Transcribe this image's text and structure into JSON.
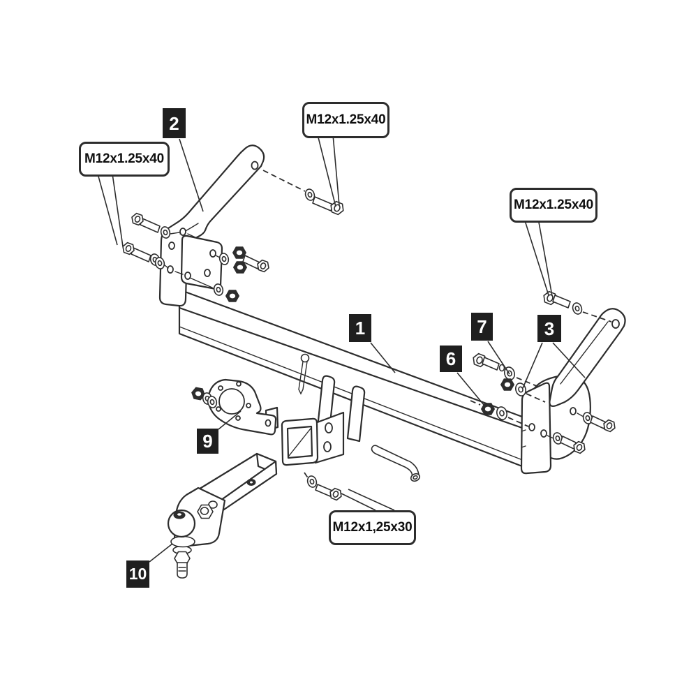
{
  "diagram": {
    "type": "exploded-parts-diagram",
    "subject": "Towbar / trailer hitch assembly",
    "colors": {
      "background": "#ffffff",
      "line": "#2d2d2d",
      "marker_background": "#1f1f1f",
      "marker_text": "#ffffff"
    },
    "markers": [
      {
        "label": "1",
        "part": "crossbar-beam"
      },
      {
        "label": "2",
        "part": "left-side-bracket-arm"
      },
      {
        "label": "3",
        "part": "right-side-bracket-arm"
      },
      {
        "label": "6",
        "part": "flange-nut-and-washer"
      },
      {
        "label": "7",
        "part": "bolt-washer-nut-set"
      },
      {
        "label": "9",
        "part": "socket-mounting-plate"
      },
      {
        "label": "10",
        "part": "ball-mount-with-towball"
      }
    ],
    "callouts": [
      {
        "position": "left",
        "text": "M12x1.25x40"
      },
      {
        "position": "top",
        "text": "M12x1.25x40"
      },
      {
        "position": "right",
        "text": "M12x1.25x40"
      },
      {
        "position": "bottom",
        "text": "M12x1,25x30"
      }
    ]
  }
}
